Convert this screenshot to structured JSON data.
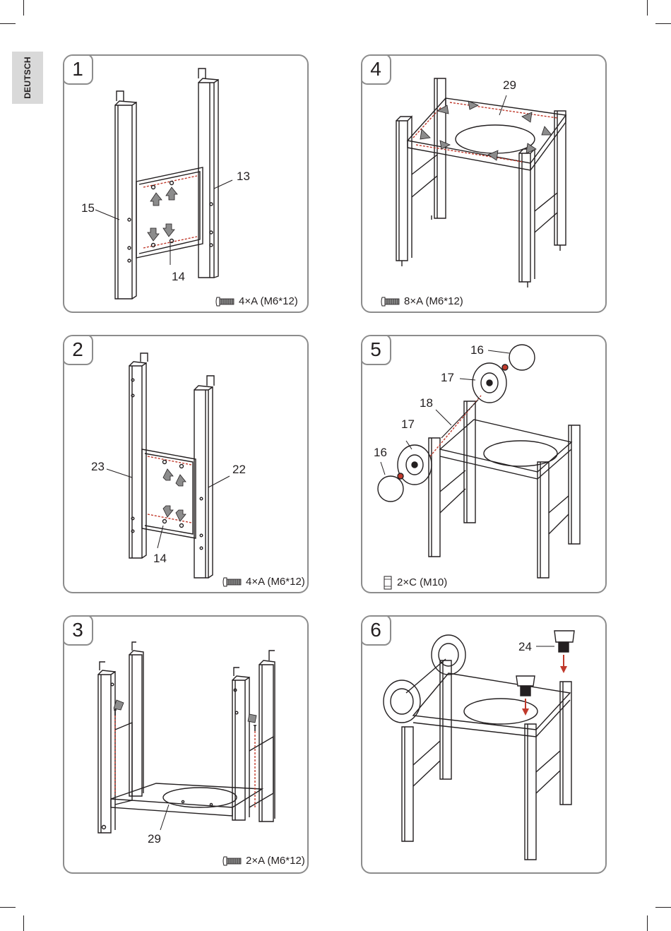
{
  "sidebar": {
    "language": "DEUTSCH"
  },
  "panels": [
    {
      "step": "1",
      "hardware": "4×A (M6*12)",
      "callouts": [
        "13",
        "15",
        "14"
      ]
    },
    {
      "step": "2",
      "hardware": "4×A (M6*12)",
      "callouts": [
        "23",
        "22",
        "14"
      ]
    },
    {
      "step": "3",
      "hardware": "2×A (M6*12)",
      "callouts": [
        "29"
      ]
    },
    {
      "step": "4",
      "hardware": "8×A (M6*12)",
      "callouts": [
        "29"
      ]
    },
    {
      "step": "5",
      "hardware": "2×C (M10)",
      "callouts": [
        "16",
        "17",
        "18",
        "17",
        "16"
      ]
    },
    {
      "step": "6",
      "hardware": "",
      "callouts": [
        "24"
      ]
    }
  ],
  "icons": {
    "bolt": "bolt-icon",
    "nut": "nut-icon"
  }
}
